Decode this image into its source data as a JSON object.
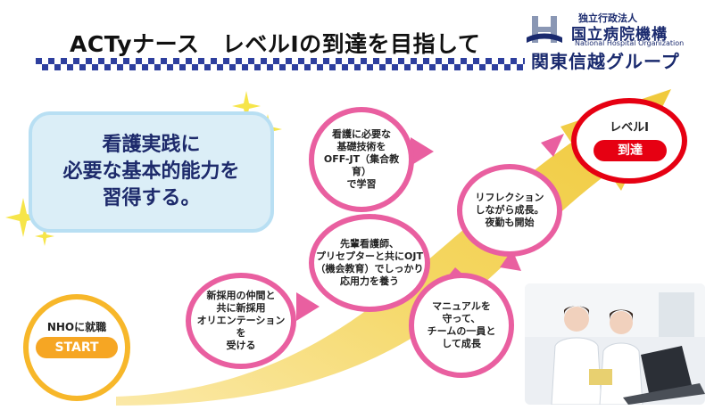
{
  "title": "ACTyナース　レベルⅠの到達を目指して",
  "org": {
    "line1": "独立行政法人",
    "name": "国立病院機構",
    "english": "National Hospital Organization",
    "group": "関東信越グループ"
  },
  "goal_box": {
    "text": "看護実践に\n必要な基本的能力を\n習得する。"
  },
  "start": {
    "label": "NHOに就職",
    "pill": "START"
  },
  "steps": [
    {
      "id": "orientation",
      "text": "新採用の仲間と\n共に新採用\nオリエンテーション を\n受ける"
    },
    {
      "id": "offjt",
      "text": "看護に必要な\n基礎技術を\nOFF-JT（集合教育）\nで学習"
    },
    {
      "id": "ojt",
      "text": "先輩看護師、\nプリセプターと共にOJT\n（機会教育）でしっかり\n応用力を養う"
    },
    {
      "id": "manual",
      "text": "マニュアルを\n守って、\nチームの一員と\nして成長"
    },
    {
      "id": "reflection",
      "text": "リフレクション\nしながら成長。\n夜勤も開始"
    }
  ],
  "goal": {
    "level": "レベルⅠ",
    "pill": "到達"
  },
  "colors": {
    "arrow": "#f3d35a",
    "circle_border": "#e95fa0",
    "start_border": "#f7b72a",
    "goal_border": "#e60012",
    "navy": "#1a2a6e",
    "goal_box_bg": "#dbeef7"
  }
}
